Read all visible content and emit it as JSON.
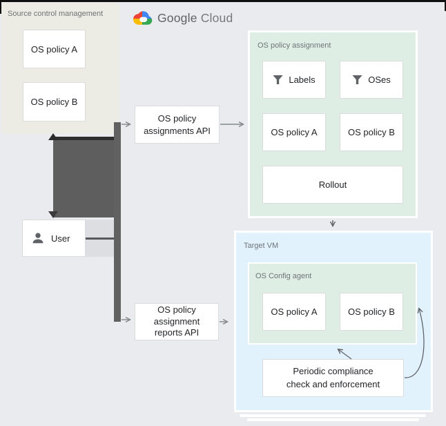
{
  "logo": {
    "google": "Google",
    "cloud": "Cloud"
  },
  "panels": {
    "source": {
      "label": "Source control management",
      "bg": "#ecebe4",
      "boxes": [
        {
          "label": "OS policy A"
        },
        {
          "label": "OS policy B"
        }
      ]
    },
    "assignment": {
      "label": "OS policy assignment",
      "bg": "#dfeee5",
      "boxes": [
        {
          "label": "Labels",
          "icon": "filter-icon"
        },
        {
          "label": "OSes",
          "icon": "filter-icon"
        },
        {
          "label": "OS policy A"
        },
        {
          "label": "OS policy B"
        },
        {
          "label": "Rollout"
        }
      ]
    },
    "target_vm": {
      "label": "Target VM",
      "bg": "#e2f2fd",
      "os_config_agent": {
        "label": "OS Config agent",
        "bg": "#dfeee5",
        "boxes": [
          {
            "label": "OS policy A"
          },
          {
            "label": "OS policy B"
          }
        ]
      },
      "periodic": {
        "lines": [
          "Periodic compliance",
          "check and enforcement"
        ]
      }
    }
  },
  "user": {
    "label": "User",
    "icon": "person-icon"
  },
  "apis": {
    "assignments": {
      "lines": [
        "OS policy",
        "assignments API"
      ]
    },
    "reports": {
      "lines": [
        "OS policy",
        "assignment",
        "reports API"
      ]
    }
  },
  "colors": {
    "google_blue": "#4285F4",
    "google_red": "#EA4335",
    "google_yellow": "#FBBC04",
    "google_green": "#34A853",
    "arrow_light": "#80868b",
    "arrow_dark": "#5f6368",
    "dark_connector": "#5e5e5e",
    "background": "#e9ebee"
  }
}
